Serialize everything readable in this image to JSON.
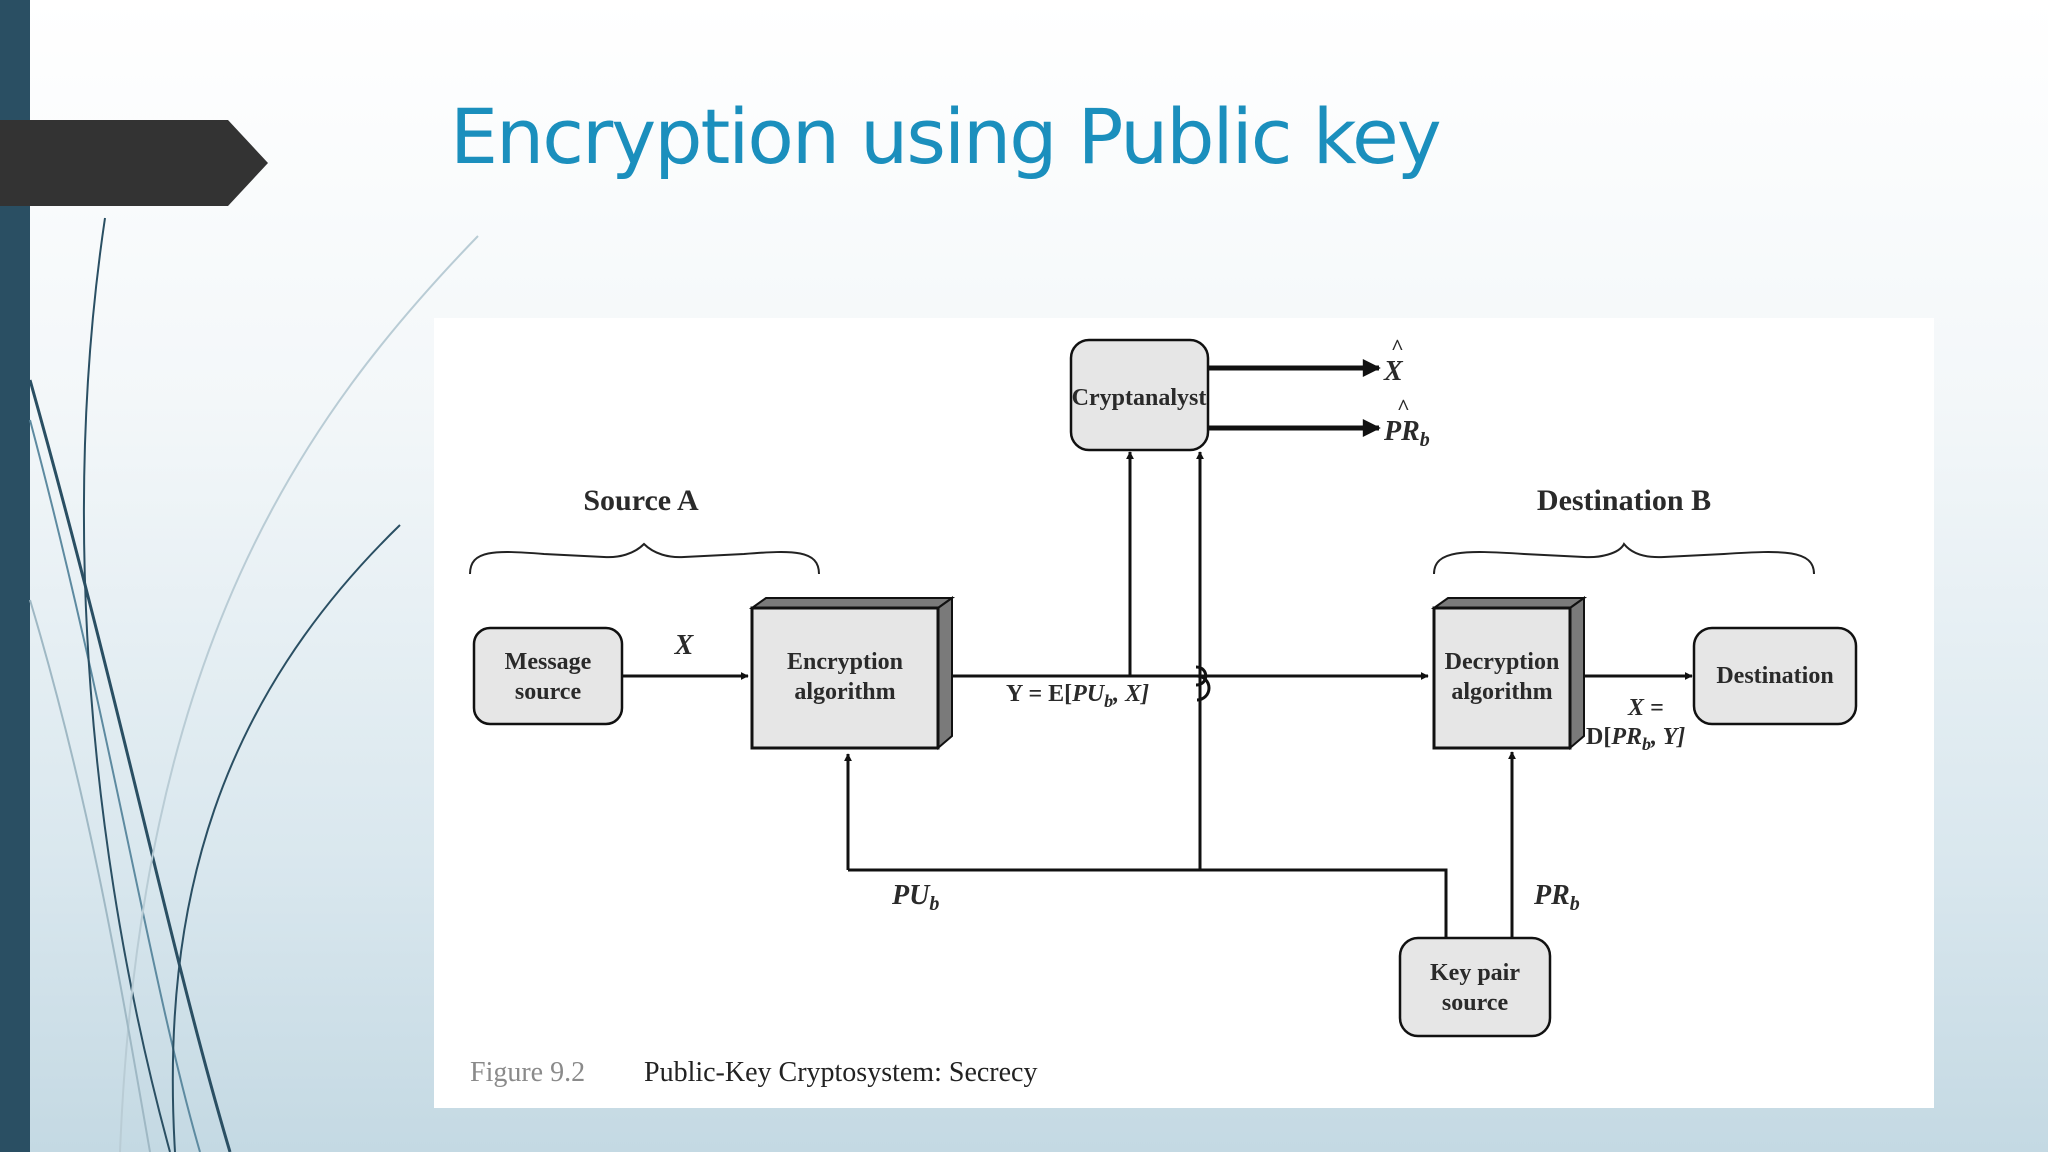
{
  "slide": {
    "title": "Encryption using Public key"
  },
  "diagram": {
    "headings": {
      "source": "Source A",
      "destination": "Destination B"
    },
    "boxes": {
      "cryptanalyst": "Cryptanalyst",
      "message_source": [
        "Message",
        "source"
      ],
      "encryption": [
        "Encryption",
        "algorithm"
      ],
      "decryption": [
        "Decryption",
        "algorithm"
      ],
      "destination": "Destination",
      "key_pair": [
        "Key pair",
        "source"
      ]
    },
    "labels": {
      "x": "X",
      "x_hat": "X",
      "pr_hat": "PR",
      "pr_hat_sub": "b",
      "ciphertext_prefix": "Y = E[",
      "ciphertext_key": "PU",
      "ciphertext_sub": "b",
      "ciphertext_suffix": ", X]",
      "decrypt_line1": "X =",
      "decrypt_line2_prefix": "D[",
      "decrypt_key": "PR",
      "decrypt_sub": "b",
      "decrypt_suffix": ", Y]",
      "pu": "PU",
      "pu_sub": "b",
      "pr": "PR",
      "pr_sub": "b"
    },
    "caption": {
      "number": "Figure 9.2",
      "text": "Public-Key Cryptosystem: Secrecy"
    }
  },
  "colors": {
    "title": "#1b8fbd",
    "left_bar": "#2a4f63",
    "tab": "#333333",
    "box_fill": "#e6e6e6",
    "box_shade": "#7a7a7a"
  }
}
